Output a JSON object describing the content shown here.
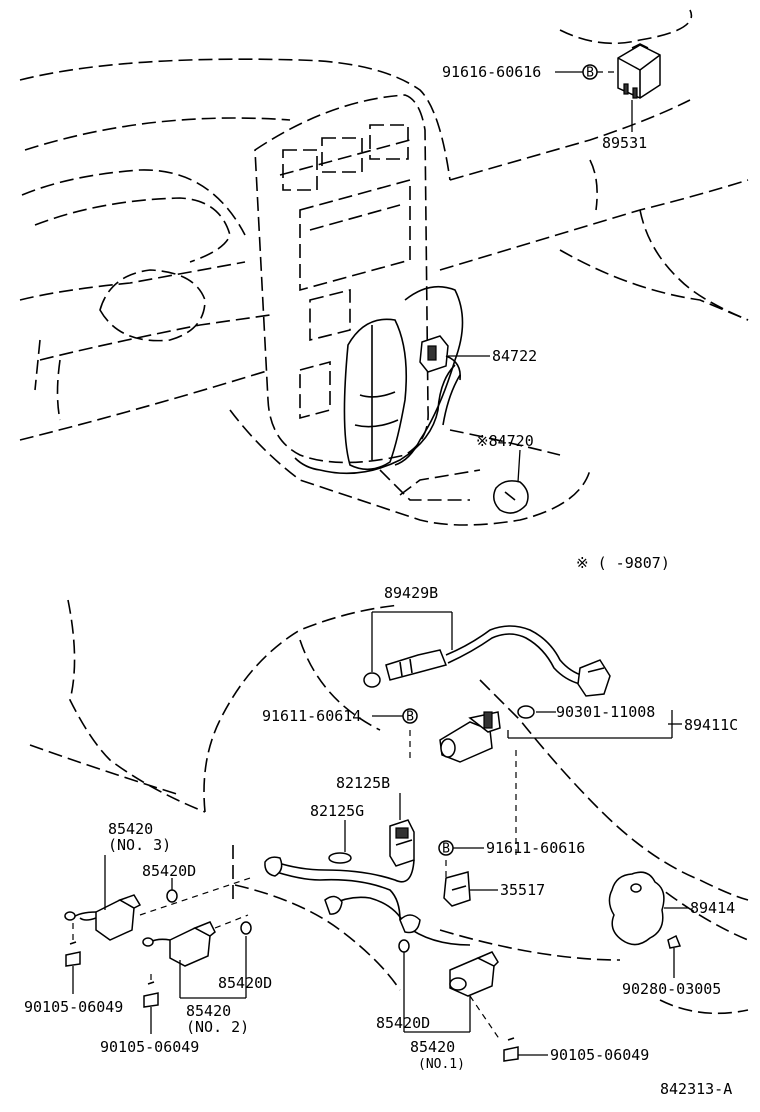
{
  "labels": {
    "p91616_60616": "91616-60616",
    "p89531": "89531",
    "p84722": "84722",
    "p84720": "※84720",
    "note_range": "※ (     -9807)",
    "p89429B": "89429B",
    "p91611_60614": "91611-60614",
    "p90301_11008": "90301-11008",
    "p89411C": "89411C",
    "p82125B": "82125B",
    "p82125G": "82125G",
    "p91611_60616": "91611-60616",
    "p35517": "35517",
    "p89414": "89414",
    "p85420_no3": "85420",
    "p85420_no3_sub": "(NO. 3)",
    "p85420D_a": "85420D",
    "p85420D_b": "85420D",
    "p85420_no2": "85420",
    "p85420_no2_sub": "(NO. 2)",
    "p90105_a": "90105-06049",
    "p90105_b": "90105-06049",
    "p85420D_c": "85420D",
    "p85420_no1": "85420",
    "p85420_no1_sub": "(NO.1)",
    "p90105_c": "90105-06049",
    "p90280_03005": "90280-03005",
    "diagram_id": "842313-A"
  },
  "bolt_mark": "B",
  "colors": {
    "ink": "#000000",
    "paper": "#ffffff"
  }
}
